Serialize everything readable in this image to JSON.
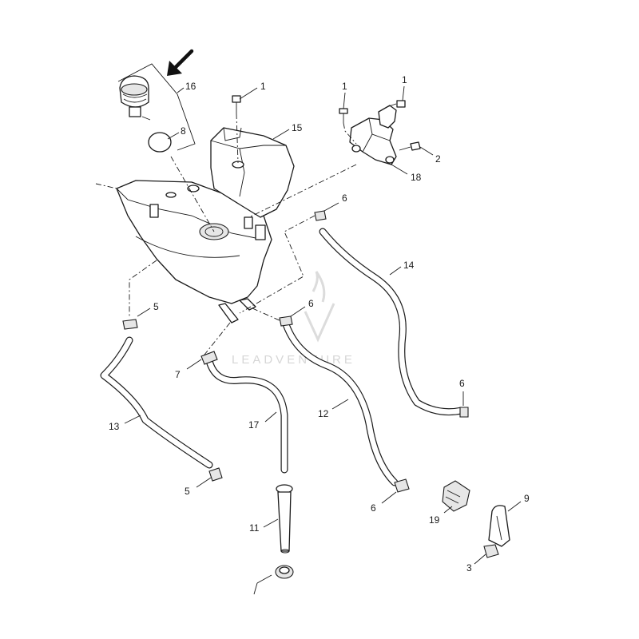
{
  "watermark": {
    "text": "LEADVENTURE"
  },
  "callouts": {
    "c1a": "1",
    "c1b": "1",
    "c1c": "1",
    "c2": "2",
    "c3": "3",
    "c5a": "5",
    "c5b": "5",
    "c6a": "6",
    "c6b": "6",
    "c6c": "6",
    "c6d": "6",
    "c7": "7",
    "c8": "8",
    "c9": "9",
    "c11": "11",
    "c12": "12",
    "c13": "13",
    "c14": "14",
    "c15": "15",
    "c16": "16",
    "c17": "17",
    "c18": "18",
    "c19": "19"
  },
  "colors": {
    "line": "#1a1a1a",
    "fill": "#ffffff",
    "shade": "#e6e6e6",
    "watermark": "#d6d6d6"
  },
  "icons": {
    "pointer": "arrow-down-left-icon"
  }
}
